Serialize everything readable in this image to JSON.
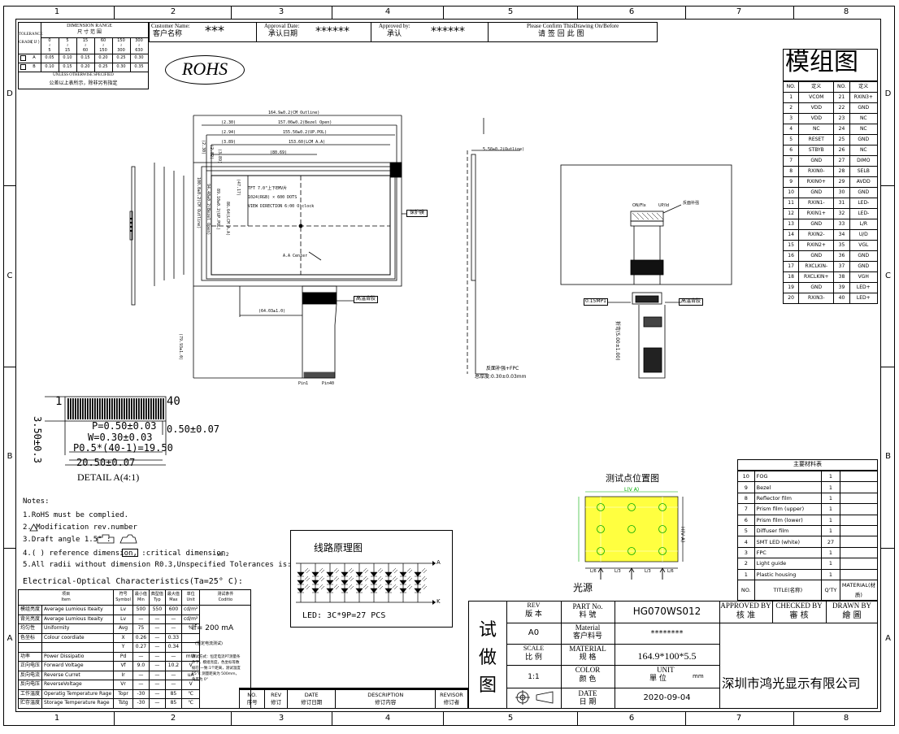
{
  "frame": {
    "cols": [
      "1",
      "2",
      "3",
      "4",
      "5",
      "6",
      "7",
      "8"
    ],
    "rows": [
      "D",
      "C",
      "B",
      "A"
    ]
  },
  "header": {
    "dimension_range_en": "DIMENSION RANGE",
    "dimension_range_cn": "尺 寸 范 围",
    "tolerance_label": "TOLERANCE",
    "grade_label": "GRADE",
    "unit_label": "( U )",
    "ranges": [
      "0\n≀\n5",
      "5\n≀\n15",
      "15\n≀\n60",
      "60\n≀\n150",
      "150\n≀\n300",
      "300\n≀\n630"
    ],
    "grade_a": [
      "A",
      "0.05",
      "0.10",
      "0.15",
      "0.20",
      "0.25",
      "0.30"
    ],
    "grade_b": [
      "B",
      "0.10",
      "0.15",
      "0.20",
      "0.25",
      "0.30",
      "0.35"
    ],
    "unless_en": "UNLESS OTHERWISE SPECIFIED",
    "unless_cn": "公差以上表所示，除非另有指定",
    "customer_name_en": "Customer Name:",
    "customer_name_cn": "客户名称",
    "customer_value": "***",
    "approval_date_en": "Approval Date:",
    "approval_date_cn": "承认日期",
    "approval_date_value": "******",
    "approved_by_en": "Approved by:",
    "approved_by_cn": "承认",
    "approved_by_value": "******",
    "confirm_en": "Please Confirm ThisDrawing On/Before",
    "confirm_cn": "请 签 回 此 图"
  },
  "rohs": "ROHS",
  "module_title": "模组图",
  "pin_table": {
    "headers": [
      "NO.",
      "定义",
      "NO.",
      "定义"
    ],
    "rows": [
      [
        "1",
        "VCOM",
        "21",
        "RXIN3+"
      ],
      [
        "2",
        "VDD",
        "22",
        "GND"
      ],
      [
        "3",
        "VDD",
        "23",
        "NC"
      ],
      [
        "4",
        "NC",
        "24",
        "NC"
      ],
      [
        "5",
        "RESET",
        "25",
        "GND"
      ],
      [
        "6",
        "STBYB",
        "26",
        "NC"
      ],
      [
        "7",
        "GND",
        "27",
        "DIMO"
      ],
      [
        "8",
        "RXIN0-",
        "28",
        "SELB"
      ],
      [
        "9",
        "RXIN0+",
        "29",
        "AVDD"
      ],
      [
        "10",
        "GND",
        "30",
        "GND"
      ],
      [
        "11",
        "RXIN1-",
        "31",
        "LED-"
      ],
      [
        "12",
        "RXIN1+",
        "32",
        "LED-"
      ],
      [
        "13",
        "GND",
        "33",
        "L/R"
      ],
      [
        "14",
        "RXIN2-",
        "34",
        "U/D"
      ],
      [
        "15",
        "RXIN2+",
        "35",
        "VGL"
      ],
      [
        "16",
        "GND",
        "36",
        "GND"
      ],
      [
        "17",
        "RXCLKIN-",
        "37",
        "GND"
      ],
      [
        "18",
        "RXCLKIN+",
        "38",
        "VGH"
      ],
      [
        "19",
        "GND",
        "39",
        "LED+"
      ],
      [
        "20",
        "RXIN3-",
        "40",
        "LED+"
      ]
    ]
  },
  "front_view": {
    "outline": "164.9±0.2(CM Outline)",
    "bezel": "157.00±0.2(Bezel Open)",
    "up_pol": "155.50±0.2(UP.POL)",
    "lcm_aa": "153.60(LCM A.A)",
    "d_230": "(2.30)",
    "d_294": "(2.94)",
    "d_389": "(3.89)",
    "d_8069": "(80.69)",
    "d_4717": "(47.17)",
    "spec1": "TFT 7.0\"上下EMV片",
    "spec2": "1024(RGB) × 600 DOTS",
    "spec3": "VIEW DIRECTION  6:00 O'clock",
    "aa_center": "A.A Center",
    "label_protect": "保护膜",
    "label_temp": "高温背胶",
    "d_6403": "(64.03±1.0)",
    "d_7993": "(79.93±1.0)",
    "v_outline": "100.0±0.2(CM Outline)",
    "v_bezel": "94.40±0.2(Bezel Open)",
    "v_pol": "89.10±0.2(UP.POL)",
    "v_aa": "86.64(LCM A.A)",
    "v_230": "(2.30)",
    "v_282": "(2.82)",
    "v_389": "(3.89)",
    "pin1": "Pin1",
    "pin40": "Pin40"
  },
  "side_view": {
    "thickness": "5.50±0.2(Outline)",
    "fpc_note1": "反面补强+FPC",
    "fpc_note2": "总厚度:0.30±0.03mm"
  },
  "back_view": {
    "fpc_marks": [
      "ON/FIx",
      "UP/Id",
      "反面补强"
    ],
    "label_temp": "高温背胶",
    "pitch": "0.15MP1",
    "fold": "折弯(5.00±1.00)"
  },
  "detail_a": {
    "pin_left": "1",
    "pin_right": "40",
    "p": "P=0.50±0.03",
    "w": "W=0.30±0.03",
    "side": "0.50±0.07",
    "total_pitch": "P0.5*(40-1)=19.50",
    "width": "20.50±0.07",
    "height": "3.50±0.3",
    "caption": "DETAIL A(4:1)"
  },
  "notes": {
    "title": "Notes:",
    "n1": "1.RoHS must be complied.",
    "n2": "2.   Modification rev.number",
    "n3": "3.Draft angle 1.5° :",
    "n4": "4.( ) reference dimension,       :critical dimension",
    "n4b": "±0.2",
    "n5": "5.All radii without dimension R0.3,Unspecified Tolerances is:"
  },
  "electrical": {
    "title": "Electrical-Optical Characteristics(Ta=25° C):",
    "headers": [
      "项目\nItem",
      "符号\nSymbol",
      "最小值\nMin",
      "典型值\nTyp",
      "最大值\nMax",
      "单位\nUnit",
      "测试条件\nCoditio"
    ],
    "rows": [
      [
        "模组亮度",
        "Average Lumious Iteaity",
        "Lv",
        "500",
        "550",
        "600",
        "cd/m²"
      ],
      [
        "背光亮度",
        "Average Lumious Iteaity",
        "Lv",
        "—",
        "—",
        "—",
        "cd/m²"
      ],
      [
        "均匀性",
        "Uniformity",
        "Avg",
        "75",
        "—",
        "—",
        "%"
      ],
      [
        "色坐标",
        "Colour coordiate",
        "X",
        "0.26",
        "—",
        "0.33",
        ""
      ],
      [
        "",
        "",
        "Y",
        "0.27",
        "—",
        "0.34",
        ""
      ],
      [
        "功率",
        "Power Dissipatio",
        "Pd",
        "—",
        "—",
        "—",
        "mW"
      ],
      [
        "正向电压",
        "Forward Voltage",
        "Vf",
        "9.0",
        "—",
        "10.2",
        "V"
      ],
      [
        "反向电流",
        "Reverse Curret",
        "Ir",
        "—",
        "—",
        "—",
        "uA"
      ],
      [
        "反向电压",
        "ReverseVoltage",
        "Vr",
        "—",
        "—",
        "—",
        "V"
      ],
      [
        "工作温度",
        "Operatig Temperature Rage",
        "Topr",
        "-30",
        "—",
        "85",
        "℃"
      ],
      [
        "贮存温度",
        "Storage Temperature Rage",
        "Tstg",
        "-30",
        "—",
        "85",
        "℃"
      ]
    ],
    "if_value": "If=  200  mA",
    "if_note": "(恒定电流测试)",
    "note_text": "测试方式：恒定电流PT测量条件下，模组亮度，色坐标等数据在 一致:1个距离，测试温度25℃ 测量距离为 500mm，角度为 0°"
  },
  "circuit": {
    "title": "线路原理图",
    "plus": "A",
    "minus": "K",
    "led": "LED:  3C*9P=27 PCS"
  },
  "test_points": {
    "title": "测试点位置图",
    "aa_w": "L(V A)",
    "aa_h": "H(V A)",
    "l6": "L/6",
    "l3": "L/3",
    "light": "光源"
  },
  "materials": {
    "title": "主要材料表",
    "rows": [
      [
        "10",
        "FOG",
        "1"
      ],
      [
        "9",
        "Bezel",
        "1"
      ],
      [
        "8",
        "Reflector film",
        "1"
      ],
      [
        "7",
        "Prism film (upper)",
        "1"
      ],
      [
        "6",
        "Prism film (lower)",
        "1"
      ],
      [
        "5",
        "Diffuser film",
        "1"
      ],
      [
        "4",
        "SMT LED (white)",
        "27"
      ],
      [
        "3",
        "FPC",
        "1"
      ],
      [
        "2",
        "Light guide",
        "1"
      ],
      [
        "1",
        "Plastic housing",
        "1"
      ]
    ],
    "footer": [
      "NO.",
      "TITLE(名称)",
      "Q'TY",
      "MATERIAL(材质)"
    ]
  },
  "revision": {
    "headers": [
      "NO.\n序号",
      "REV\n修订",
      "DATE\n修订日期",
      "DESCRIPTION\n修订内容",
      "REVISOR\n修订者"
    ]
  },
  "title_block": {
    "stamp": "试\n做\n图",
    "rev_en": "REV",
    "rev_cn": "版  本",
    "rev_val": "A0",
    "part_en": "PART No.",
    "part_cn": "料  號",
    "part_val": "HG070WS012",
    "mat_en": "Material",
    "mat_cn": "客户料号",
    "mat_val": "********",
    "scale_en": "SCALE",
    "scale_cn": "比  例",
    "scale_val": "1:1",
    "material_en": "MATERIAL",
    "material_cn": "规  格",
    "material_val": "164.9*100*5.5",
    "color_en": "COLOR",
    "color_cn": "颜  色",
    "unit_en": "UNIT",
    "unit_cn": "單  位",
    "unit_val": "mm",
    "date_en": "DATE",
    "date_cn": "日  期",
    "date_val": "2020-09-04",
    "approved_en": "APPROVED BY",
    "approved_cn": "核  准",
    "checked_en": "CHECKED BY",
    "checked_cn": "審  核",
    "drawn_en": "DRAWN BY",
    "drawn_cn": "繪  圖",
    "company": "深圳市鸿光显示有限公司"
  }
}
